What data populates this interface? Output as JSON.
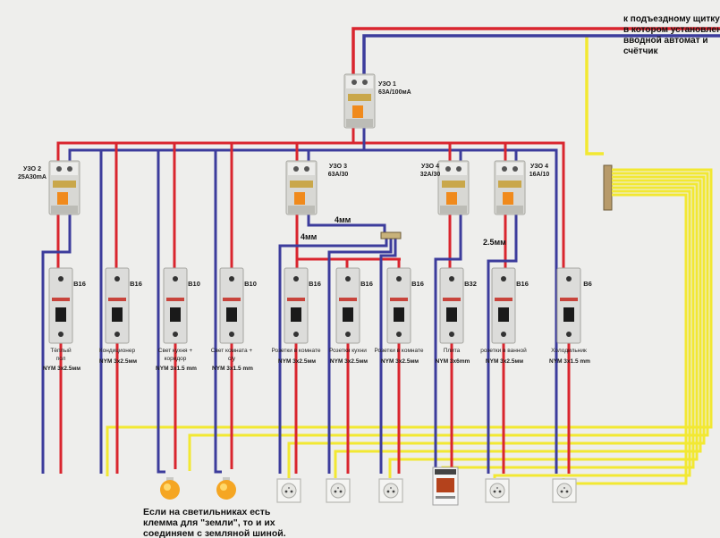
{
  "colors": {
    "phase": "#d9252e",
    "neutral": "#3c3c9c",
    "ground": "#f2e832",
    "background": "#eeeeec",
    "rcd_handle": "#f08a1c"
  },
  "top_note": [
    "к подъездному щитку",
    "в котором установлен",
    "вводной автомат и",
    "счётчик"
  ],
  "rcds": [
    {
      "id": "uzo1",
      "name": "УЗО 1",
      "rating": "63А/100мА"
    },
    {
      "id": "uzo2",
      "name": "УЗО 2",
      "rating": "25А30mA"
    },
    {
      "id": "uzo3",
      "name": "УЗО 3",
      "rating": "63А/30"
    },
    {
      "id": "uzo4a",
      "name": "УЗО 4",
      "rating": "32А/30"
    },
    {
      "id": "uzo4b",
      "name": "УЗО 4",
      "rating": "16А/10"
    }
  ],
  "wire_notes": {
    "uzo3_neutral": "4мм",
    "uzo3_phase": "4мм",
    "uzo4b_phase": "2.5мм"
  },
  "breakers": [
    {
      "rating": "B16",
      "label": [
        "Тёплый",
        "пол"
      ],
      "cable": "NYM 3x2.5мм",
      "load": "none"
    },
    {
      "rating": "B16",
      "label": [
        "Кондиционер"
      ],
      "cable": "NYM 3x2.5мм",
      "load": "none"
    },
    {
      "rating": "B10",
      "label": [
        "Свет кухня +",
        "коридор"
      ],
      "cable": "NYM 3x1.5 mm",
      "load": "lamp"
    },
    {
      "rating": "B10",
      "label": [
        "Свет комната +",
        "с/у"
      ],
      "cable": "NYM 3x1.5 mm",
      "load": "lamp"
    },
    {
      "rating": "B16",
      "label": [
        "Розетки в комнате"
      ],
      "cable": "NYM 3x2.5мм",
      "load": "socket"
    },
    {
      "rating": "B16",
      "label": [
        "Розетки кухни"
      ],
      "cable": "NYM 3x2.5мм",
      "load": "socket"
    },
    {
      "rating": "B16",
      "label": [
        "Розетки в комнате"
      ],
      "cable": "NYM 3x2.5мм",
      "load": "socket"
    },
    {
      "rating": "B32",
      "label": [
        "Плита"
      ],
      "cable": "NYM 3x6mm",
      "load": "stove"
    },
    {
      "rating": "B16",
      "label": [
        "розетки в ванной"
      ],
      "cable": "NYM 3x2.5мм",
      "load": "socket"
    },
    {
      "rating": "B6",
      "label": [
        "Холодильник"
      ],
      "cable": "NYM 3x1.5 mm",
      "load": "socket"
    }
  ],
  "bottom_note": [
    "Если на светильниках есть",
    "клемма для \"земли\", то и их",
    "соединяем с земляной шиной."
  ]
}
